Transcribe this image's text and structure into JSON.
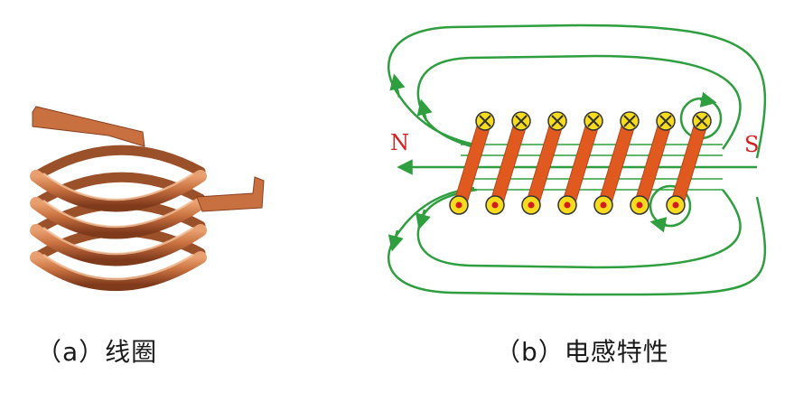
{
  "panel_a": {
    "caption": "（a）线圈"
  },
  "panel_b": {
    "caption": "（b）电感特性",
    "pole_left": "N",
    "pole_right": "S"
  },
  "colors": {
    "copper": "#c8703f",
    "copper_dark": "#8a4020",
    "field_line": "#2e9e3e",
    "winding": "#e05a20",
    "terminal_fill": "#f7dc1e",
    "terminal_mark": "#d41a1a",
    "pole_text": "#d42020"
  },
  "icons": {
    "into_page": "cross-circle-icon",
    "out_of_page": "dot-circle-icon"
  }
}
